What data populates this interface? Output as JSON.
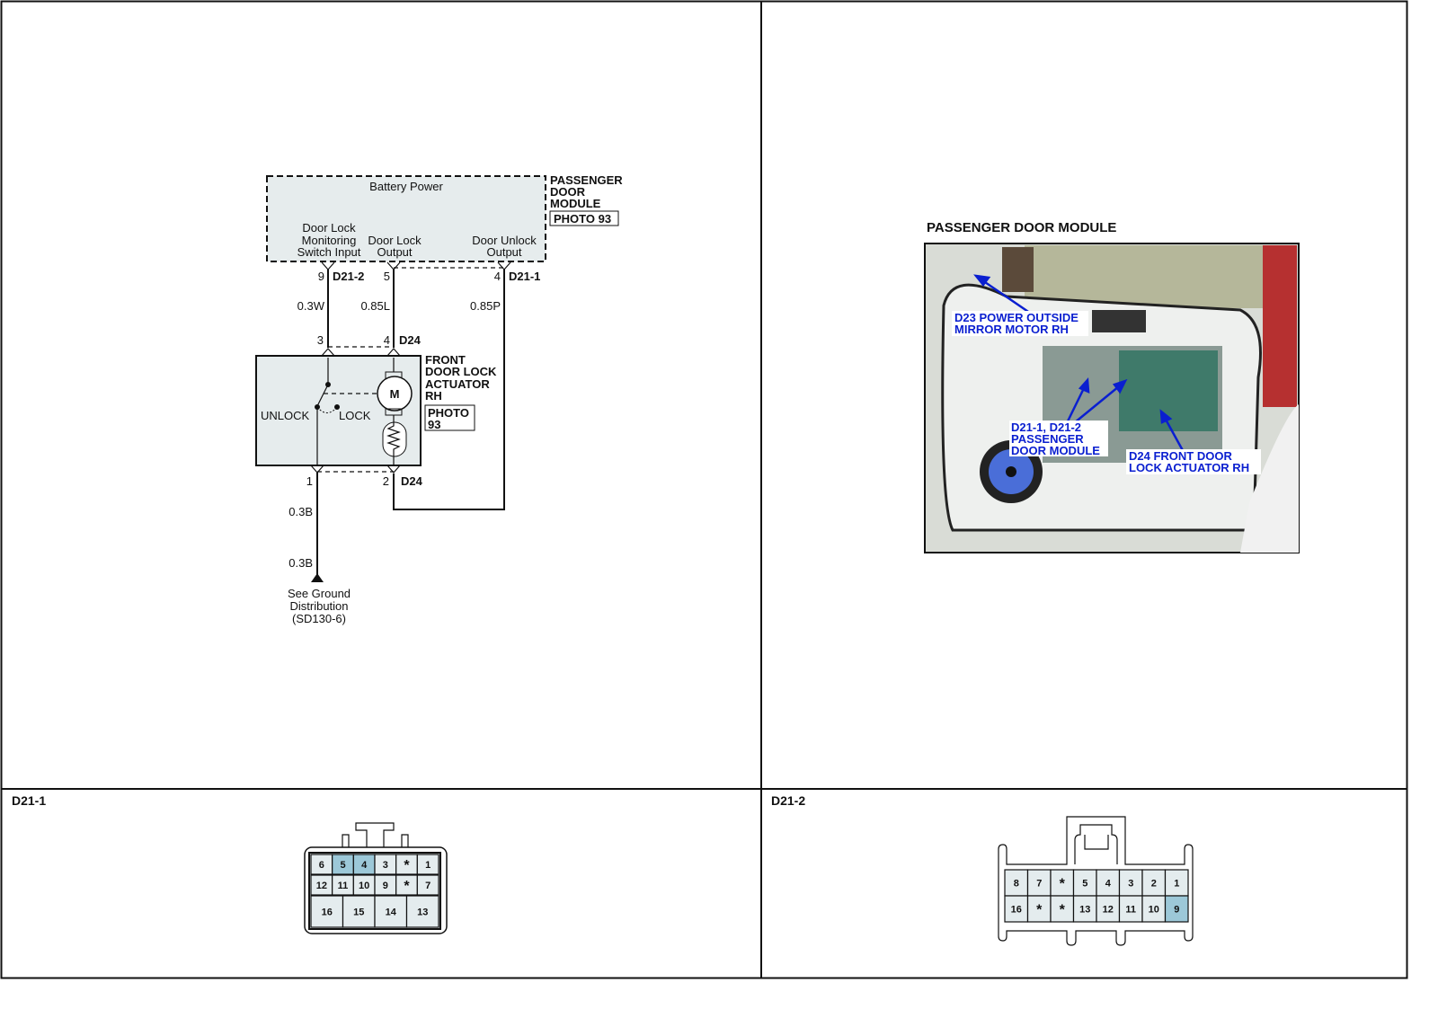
{
  "schematic": {
    "module": {
      "name_lines": [
        "PASSENGER",
        "DOOR",
        "MODULE"
      ],
      "photo": "PHOTO 93",
      "battery": "Battery Power",
      "inputs": [
        {
          "lines": [
            "Door Lock",
            "Monitoring",
            "Switch Input"
          ],
          "pin": "9",
          "connector": "D21-2",
          "wire": "0.3W"
        },
        {
          "lines": [
            "Door Lock",
            "Output"
          ],
          "pin": "5",
          "connector": "",
          "wire": "0.85L"
        },
        {
          "lines": [
            "Door Unlock",
            "Output"
          ],
          "pin": "4",
          "connector": "D21-1",
          "wire": "0.85P"
        }
      ]
    },
    "actuator": {
      "name_lines": [
        "FRONT",
        "DOOR LOCK",
        "ACTUATOR",
        "RH"
      ],
      "photo_lines": [
        "PHOTO",
        "93"
      ],
      "top_pins": [
        "3",
        "4"
      ],
      "top_connector": "D24",
      "bottom_pins": [
        "1",
        "2"
      ],
      "bottom_connector": "D24",
      "unlock": "UNLOCK",
      "lock": "LOCK",
      "motor": "M"
    },
    "ground": {
      "wire1": "0.3B",
      "wire2": "0.3B",
      "note_lines": [
        "See Ground",
        "Distribution",
        "(SD130-6)"
      ]
    }
  },
  "photo_panel": {
    "title": "PASSENGER DOOR MODULE",
    "callouts": [
      {
        "lines": [
          "D23 POWER OUTSIDE",
          "MIRROR MOTOR RH"
        ]
      },
      {
        "lines": [
          "D21-1, D21-2",
          "PASSENGER",
          "DOOR MODULE"
        ]
      },
      {
        "lines": [
          "D24 FRONT DOOR",
          "LOCK ACTUATOR RH"
        ]
      }
    ]
  },
  "connectors": [
    {
      "label": "D21-1",
      "rows": [
        [
          "6",
          "5",
          "4",
          "3",
          "*",
          "1"
        ],
        [
          "12",
          "11",
          "10",
          "9",
          "*",
          "7"
        ],
        [
          "16",
          "15",
          "14",
          "13"
        ]
      ],
      "highlighted": [
        "5",
        "4"
      ]
    },
    {
      "label": "D21-2",
      "rows": [
        [
          "8",
          "7",
          "*",
          "5",
          "4",
          "3",
          "2",
          "1"
        ],
        [
          "16",
          "*",
          "*",
          "13",
          "12",
          "11",
          "10",
          "9"
        ]
      ],
      "highlighted": [
        "9"
      ]
    }
  ],
  "colors": {
    "highlight": "#9cc8d8",
    "cell": "#e4ecee",
    "module_fill": "#e6eced",
    "callout_text": "#0a1fd0"
  }
}
